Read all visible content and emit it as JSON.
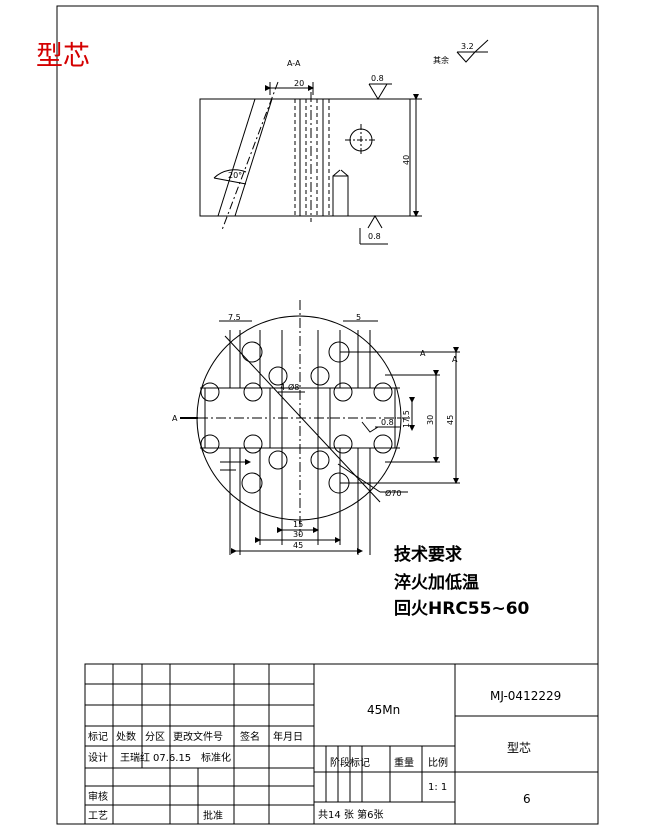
{
  "corner_title": "型芯",
  "surface_finish": {
    "rest_value": "3.2",
    "rest_label": "其余",
    "top_face": "0.8",
    "bottom_face": "0.8",
    "pin_face": "0.8"
  },
  "section_view": {
    "label": "A-A",
    "dim_width": "20",
    "dim_height": "40",
    "angle": "20°"
  },
  "plan_view": {
    "section_mark": "A",
    "section_mark_right_1": "A",
    "section_mark_right_2": "A",
    "hole_spec": "4-Ø8",
    "dim_left": "7.5",
    "dim_right": "5",
    "dim_17_5": "17.5",
    "dim_30v": "30",
    "dim_45v": "45",
    "dim_15": "15",
    "dim_30h": "30",
    "dim_45h": "45",
    "diameter": "Ø70"
  },
  "technical_requirements": {
    "heading": "技术要求",
    "line1": "淬火加低温",
    "line2": "回火HRC55~60"
  },
  "title_block": {
    "material": "45Mn",
    "drawing_no": "MJ-0412229",
    "part_name": "型芯",
    "headers": [
      "标记",
      "处数",
      "分区",
      "更改文件号",
      "签名",
      "年月日"
    ],
    "design_label": "设计",
    "designer": "王瑞红",
    "design_date": "07.6.15",
    "standardize_label": "标准化",
    "stage_mark_label": "阶段标记",
    "weight_label": "重量",
    "scale_label": "比例",
    "scale": "1: 1",
    "review_label": "审核",
    "process_label": "工艺",
    "approve_label": "批准",
    "sheets": "共14 张 第6张",
    "number": "6"
  }
}
